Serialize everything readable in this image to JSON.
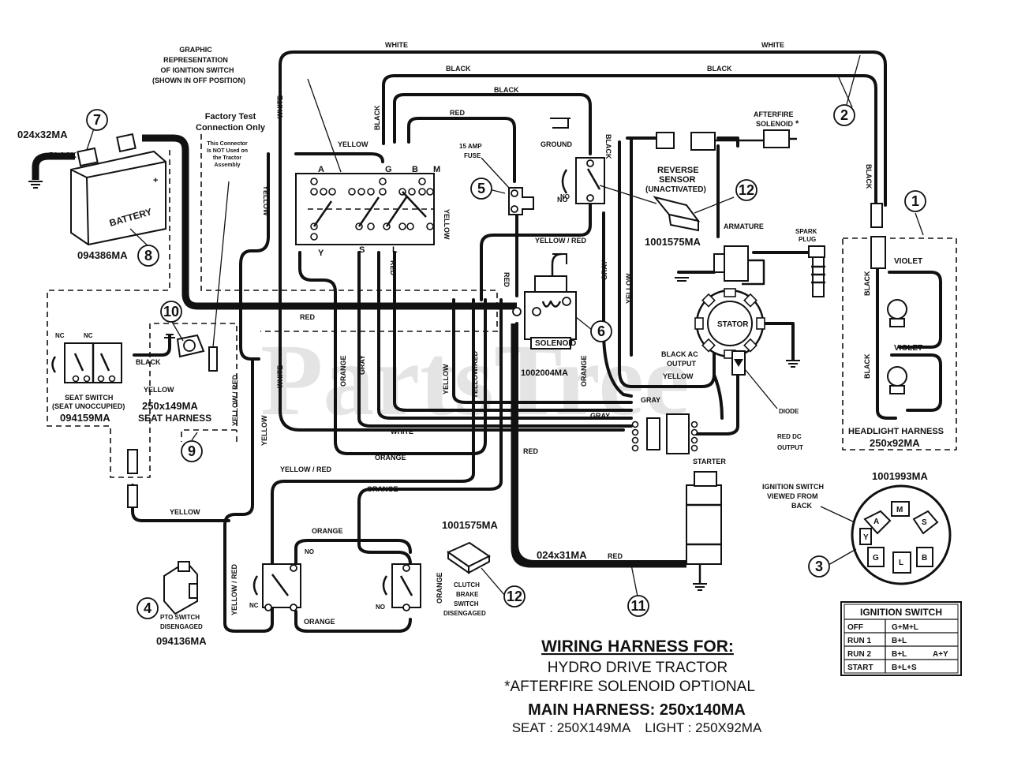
{
  "watermark": "PartsTree",
  "wire_labels": {
    "white": "WHITE",
    "black": "BLACK",
    "red": "RED",
    "yellow": "YELLOW",
    "orange": "ORANGE",
    "gray": "GRAY",
    "violet": "VIOLET",
    "yellow_red": "YELLOW / RED",
    "yellow_red_tight": "YELLOW/RED"
  },
  "annotations": {
    "graphic_rep": [
      "GRAPHIC",
      "REPRESENTATION",
      "OF IGNITION SWITCH",
      "(SHOWN IN OFF POSITION)"
    ],
    "factory_test": [
      "Factory Test",
      "Connection Only"
    ],
    "connector_note": [
      "This Connector",
      "Is NOT Used on",
      "the Tractor",
      "Assembly"
    ],
    "fuse": [
      "15 AMP",
      "FUSE"
    ],
    "ground": "GROUND",
    "no": "NO",
    "nc": "NC",
    "afterfire": [
      "AFTERFIRE",
      "SOLENOID",
      "*"
    ],
    "reverse_sensor": [
      "REVERSE",
      "SENSOR",
      "(UNACTIVATED)"
    ],
    "armature": "ARMATURE",
    "spark_plug": [
      "SPARK",
      "PLUG"
    ],
    "stator": "STATOR",
    "black_ac": [
      "BLACK AC",
      "OUTPUT"
    ],
    "diode": "DIODE",
    "red_dc": [
      "RED DC",
      "OUTPUT"
    ],
    "solenoid": "SOLENOID",
    "starter": "STARTER",
    "seat_switch": [
      "SEAT SWITCH",
      "(SEAT UNOCCUPIED)"
    ],
    "seat_harness": "SEAT HARNESS",
    "headlight_harness": "HEADLIGHT HARNESS",
    "pto_switch": [
      "PTO SWITCH",
      "DISENGAGED"
    ],
    "clutch_brake": [
      "CLUTCH",
      "BRAKE",
      "SWITCH",
      "DISENGAGED"
    ],
    "ign_viewed": [
      "IGNITION SWITCH",
      "VIEWED  FROM",
      "BACK"
    ],
    "battery": "BATTERY",
    "switch_terminals": [
      "A",
      "G",
      "B",
      "M",
      "Y",
      "S",
      "L"
    ]
  },
  "part_numbers": {
    "battery_cable_neg": "024x32MA",
    "battery": "094386MA",
    "reverse_sensor": "1001575MA",
    "solenoid": "1002004MA",
    "seat_switch": "094159MA",
    "seat_harness": "250x149MA",
    "headlight_harness": "250x92MA",
    "ignition_switch": "1001993MA",
    "clutch_switch": "1001575MA",
    "starter_cable": "024x31MA",
    "pto_switch": "094136MA"
  },
  "callouts": [
    "1",
    "2",
    "3",
    "4",
    "5",
    "6",
    "7",
    "8",
    "9",
    "10",
    "11",
    "12"
  ],
  "ignition_table": {
    "title": "IGNITION SWITCH",
    "rows": [
      {
        "pos": "OFF",
        "c1": "G+M+L",
        "c2": ""
      },
      {
        "pos": "RUN 1",
        "c1": "B+L",
        "c2": ""
      },
      {
        "pos": "RUN 2",
        "c1": "B+L",
        "c2": "A+Y"
      },
      {
        "pos": "START",
        "c1": "B+L+S",
        "c2": ""
      }
    ]
  },
  "ign_face_letters": [
    "A",
    "M",
    "S",
    "Y",
    "G",
    "L",
    "B"
  ],
  "title_block": {
    "heading": "WIRING HARNESS FOR:",
    "line1": "HYDRO DRIVE TRACTOR",
    "line2": "*AFTERFIRE SOLENOID OPTIONAL",
    "main": "MAIN HARNESS: 250x140MA",
    "sub": "SEAT : 250X149MA    LIGHT : 250X92MA"
  }
}
